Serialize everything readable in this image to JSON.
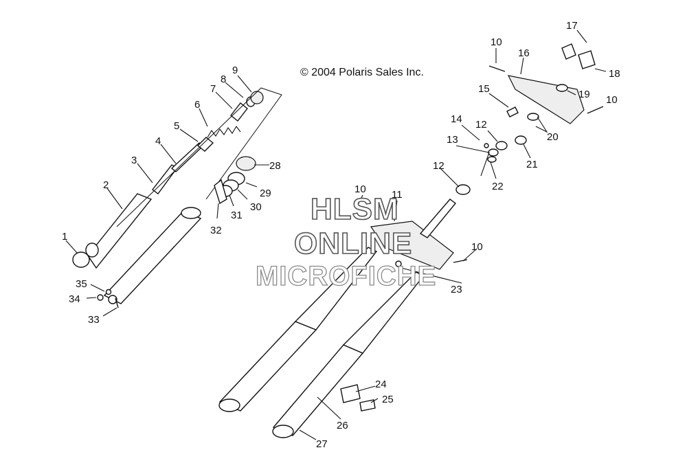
{
  "copyright": "© 2004 Polaris Sales Inc.",
  "watermark": {
    "line1": "HLSM",
    "line2": "ONLINE",
    "line3": "MICROFICHE"
  },
  "callouts": [
    "1",
    "2",
    "3",
    "4",
    "5",
    "6",
    "7",
    "8",
    "9",
    "10",
    "10",
    "10",
    "10",
    "11",
    "12",
    "12",
    "13",
    "14",
    "15",
    "16",
    "17",
    "18",
    "19",
    "20",
    "21",
    "22",
    "23",
    "24",
    "25",
    "26",
    "27",
    "28",
    "29",
    "30",
    "31",
    "32",
    "33",
    "34",
    "35"
  ]
}
